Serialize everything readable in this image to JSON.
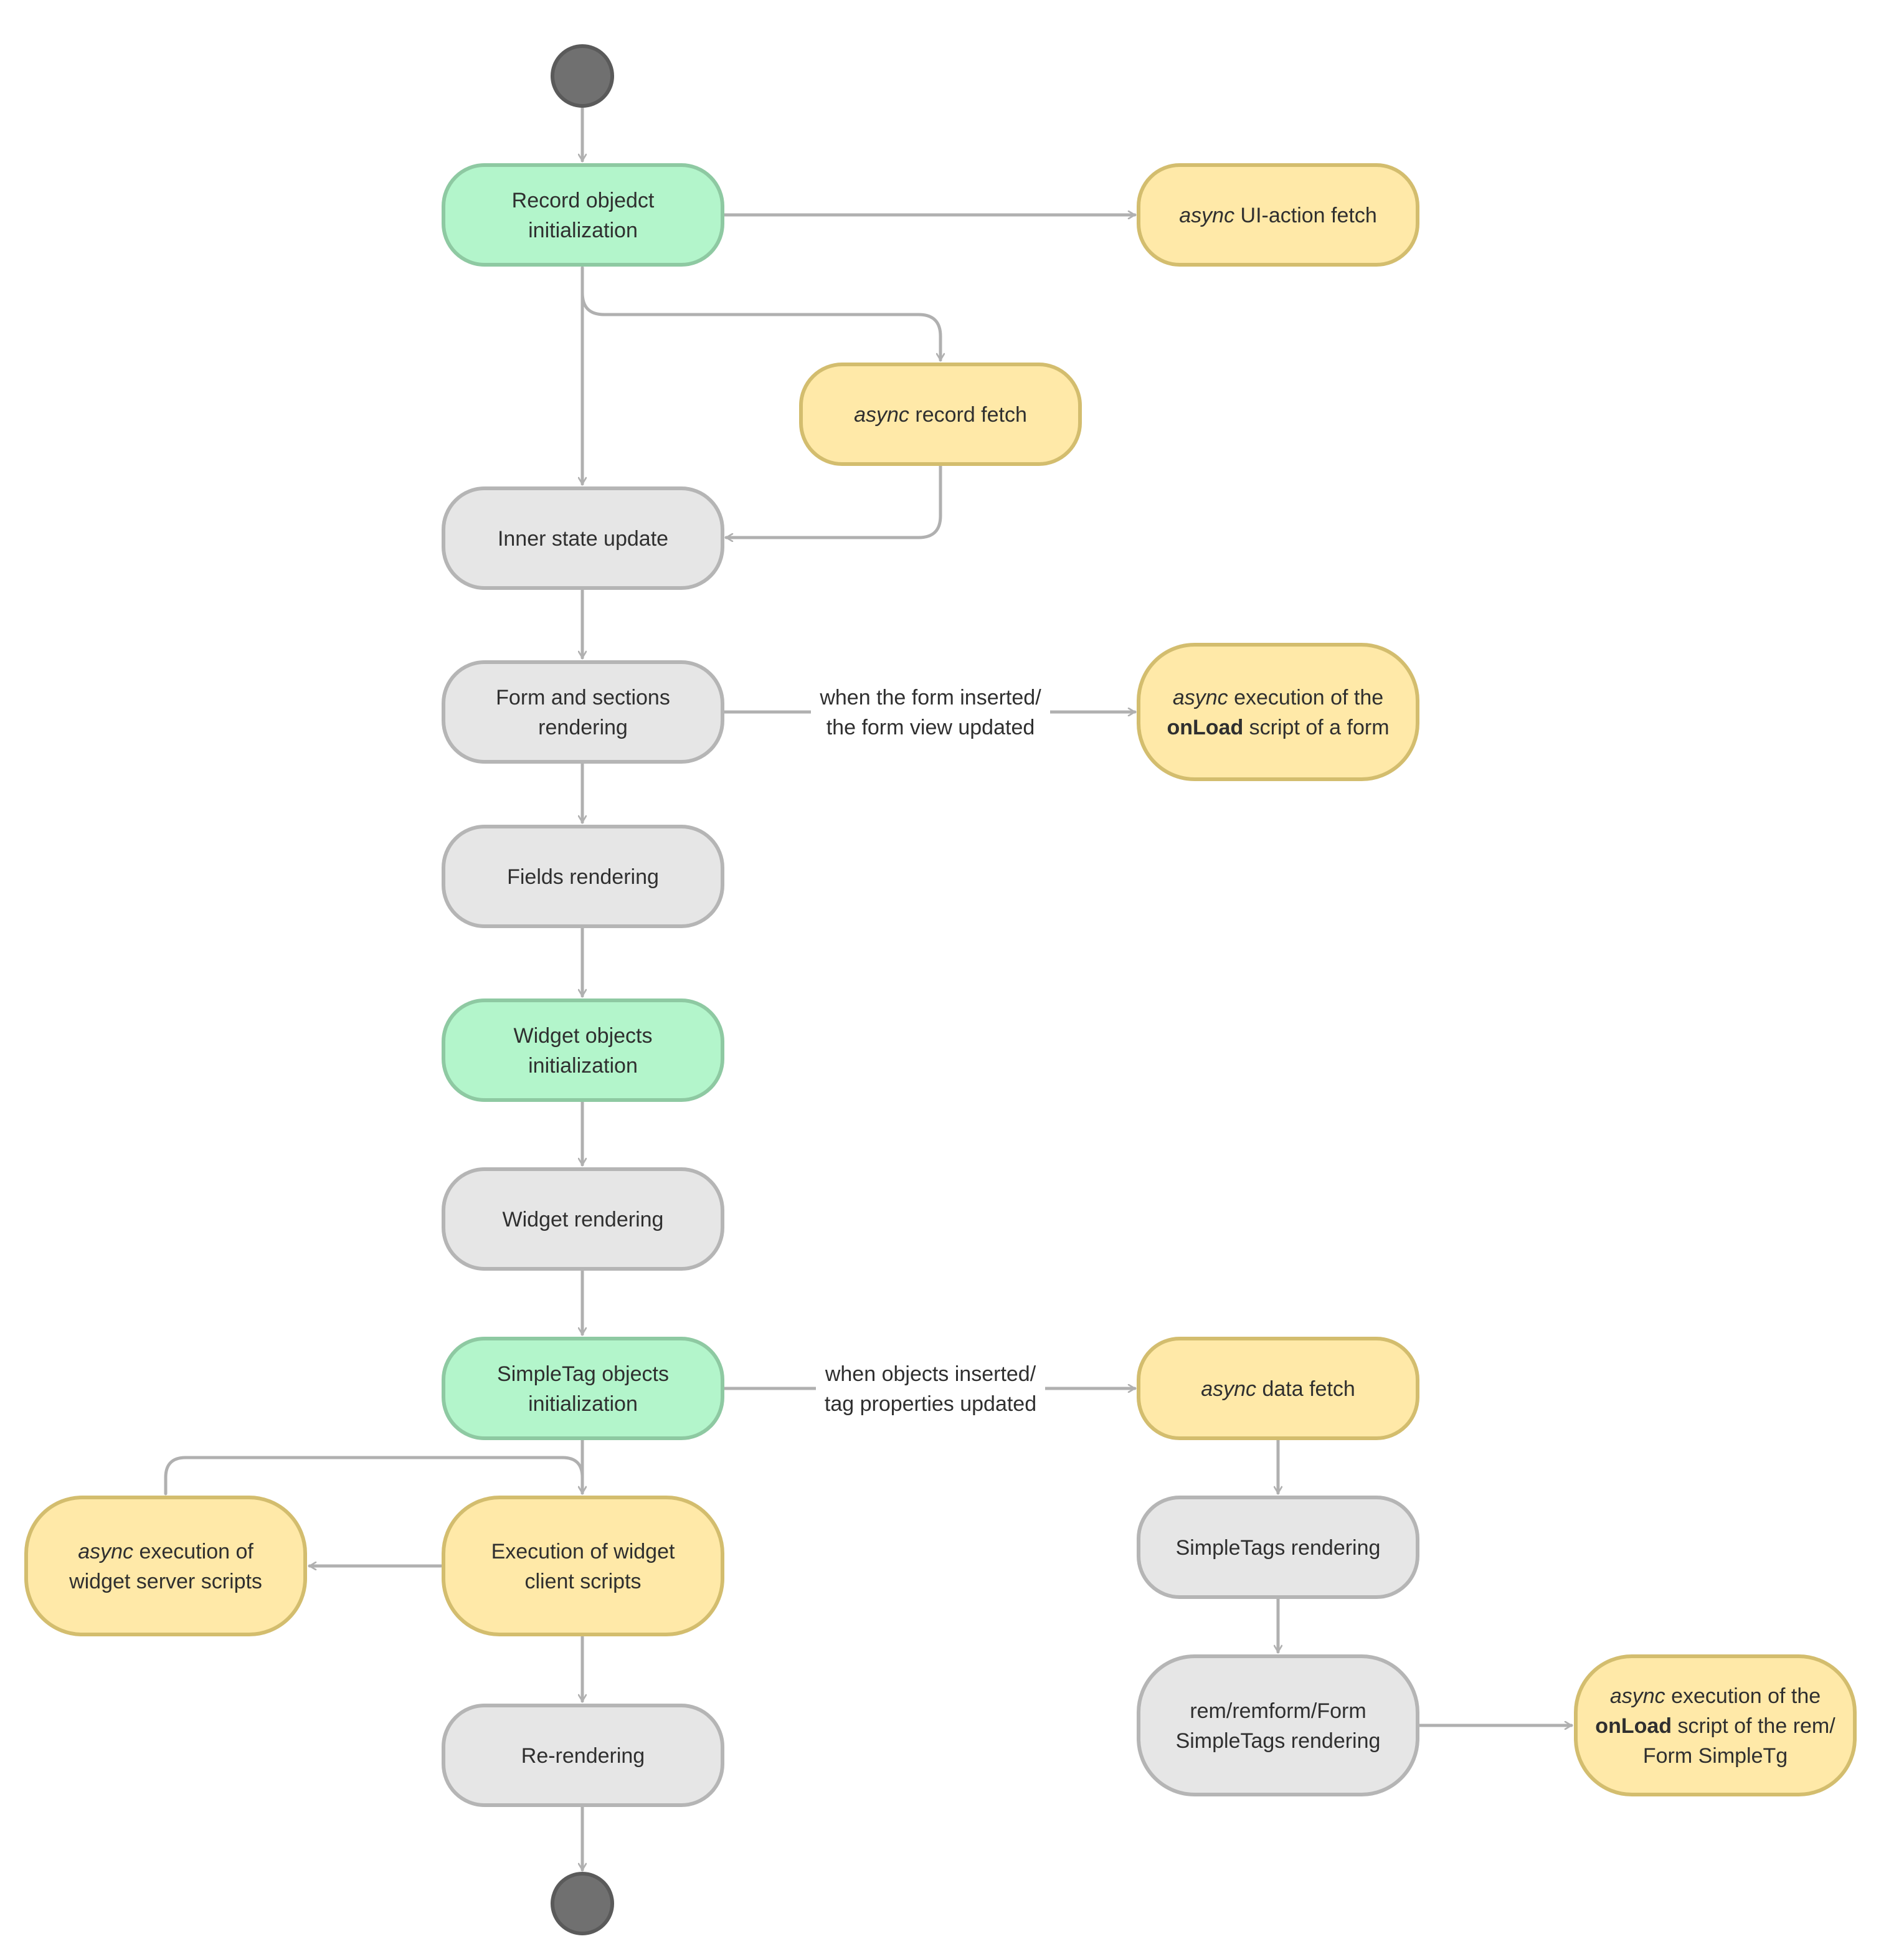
{
  "colors": {
    "green_fill": "#b3f5cb",
    "green_stroke": "#8ec9a2",
    "yellow_fill": "#ffe9a8",
    "yellow_stroke": "#d3bd6e",
    "gray_fill": "#e6e6e6",
    "gray_stroke": "#b5b5b5",
    "terminal_fill": "#707070",
    "terminal_stroke": "#5a5a5a",
    "edge": "#b0b0b0"
  },
  "nodes": [
    {
      "id": "start",
      "kind": "terminal"
    },
    {
      "id": "record-init",
      "kind": "green",
      "lines": [
        [
          {
            "t": "Record objedct"
          }
        ],
        [
          {
            "t": "initialization"
          }
        ]
      ]
    },
    {
      "id": "ui-action-fetch",
      "kind": "yellow",
      "lines": [
        [
          {
            "t": "async",
            "s": "em"
          },
          {
            "t": " UI-action fetch"
          }
        ]
      ]
    },
    {
      "id": "record-fetch",
      "kind": "yellow",
      "lines": [
        [
          {
            "t": "async",
            "s": "em"
          },
          {
            "t": " record fetch"
          }
        ]
      ]
    },
    {
      "id": "inner-state-update",
      "kind": "gray",
      "lines": [
        [
          {
            "t": "Inner state update"
          }
        ]
      ]
    },
    {
      "id": "form-sections-rendering",
      "kind": "gray",
      "lines": [
        [
          {
            "t": "Form and sections"
          }
        ],
        [
          {
            "t": "rendering"
          }
        ]
      ]
    },
    {
      "id": "form-onload-exec",
      "kind": "yellow",
      "lines": [
        [
          {
            "t": "async",
            "s": "em"
          },
          {
            "t": " execution of the"
          }
        ],
        [
          {
            "t": "onLoad",
            "s": "strong"
          },
          {
            "t": " script of a form"
          }
        ]
      ]
    },
    {
      "id": "fields-rendering",
      "kind": "gray",
      "lines": [
        [
          {
            "t": "Fields rendering"
          }
        ]
      ]
    },
    {
      "id": "widget-init",
      "kind": "green",
      "lines": [
        [
          {
            "t": "Widget objects"
          }
        ],
        [
          {
            "t": "initialization"
          }
        ]
      ]
    },
    {
      "id": "widget-rendering",
      "kind": "gray",
      "lines": [
        [
          {
            "t": "Widget rendering"
          }
        ]
      ]
    },
    {
      "id": "simpletag-init",
      "kind": "green",
      "lines": [
        [
          {
            "t": "SimpleTag objects"
          }
        ],
        [
          {
            "t": "initialization"
          }
        ]
      ]
    },
    {
      "id": "data-fetch",
      "kind": "yellow",
      "lines": [
        [
          {
            "t": "async",
            "s": "em"
          },
          {
            "t": " data fetch"
          }
        ]
      ]
    },
    {
      "id": "server-scripts-exec",
      "kind": "yellow",
      "lines": [
        [
          {
            "t": "async",
            "s": "em"
          },
          {
            "t": " execution of"
          }
        ],
        [
          {
            "t": "widget server scripts"
          }
        ]
      ]
    },
    {
      "id": "client-scripts-exec",
      "kind": "yellow",
      "lines": [
        [
          {
            "t": "Execution of widget"
          }
        ],
        [
          {
            "t": "client scripts"
          }
        ]
      ]
    },
    {
      "id": "simpletags-rendering",
      "kind": "gray",
      "lines": [
        [
          {
            "t": "SimpleTags rendering"
          }
        ]
      ]
    },
    {
      "id": "rem-form-rendering",
      "kind": "gray",
      "lines": [
        [
          {
            "t": "rem/remform/Form"
          }
        ],
        [
          {
            "t": "SimpleTags rendering"
          }
        ]
      ]
    },
    {
      "id": "rem-onload-exec",
      "kind": "yellow",
      "lines": [
        [
          {
            "t": "async",
            "s": "em"
          },
          {
            "t": " execution of the"
          }
        ],
        [
          {
            "t": "onLoad",
            "s": "strong"
          },
          {
            "t": " script of the rem/"
          }
        ],
        [
          {
            "t": "Form SimpleTg"
          }
        ]
      ]
    },
    {
      "id": "re-rendering",
      "kind": "gray",
      "lines": [
        [
          {
            "t": "Re-rendering"
          }
        ]
      ]
    },
    {
      "id": "end",
      "kind": "terminal"
    }
  ],
  "edges": [
    {
      "from": "start",
      "to": "record-init"
    },
    {
      "from": "record-init",
      "to": "ui-action-fetch"
    },
    {
      "from": "record-init",
      "to": "record-fetch"
    },
    {
      "from": "record-init",
      "to": "inner-state-update"
    },
    {
      "from": "record-fetch",
      "to": "inner-state-update"
    },
    {
      "from": "inner-state-update",
      "to": "form-sections-rendering"
    },
    {
      "from": "form-sections-rendering",
      "to": "form-onload-exec",
      "label": [
        "when the form inserted/",
        "the form view updated"
      ]
    },
    {
      "from": "form-sections-rendering",
      "to": "fields-rendering"
    },
    {
      "from": "fields-rendering",
      "to": "widget-init"
    },
    {
      "from": "widget-init",
      "to": "widget-rendering"
    },
    {
      "from": "widget-rendering",
      "to": "simpletag-init"
    },
    {
      "from": "simpletag-init",
      "to": "data-fetch",
      "label": [
        "when objects inserted/",
        "tag properties updated"
      ]
    },
    {
      "from": "simpletag-init",
      "to": "client-scripts-exec"
    },
    {
      "from": "server-scripts-exec",
      "to": "client-scripts-exec"
    },
    {
      "from": "client-scripts-exec",
      "to": "server-scripts-exec"
    },
    {
      "from": "client-scripts-exec",
      "to": "re-rendering"
    },
    {
      "from": "re-rendering",
      "to": "end"
    },
    {
      "from": "data-fetch",
      "to": "simpletags-rendering"
    },
    {
      "from": "simpletags-rendering",
      "to": "rem-form-rendering"
    },
    {
      "from": "rem-form-rendering",
      "to": "rem-onload-exec"
    }
  ]
}
